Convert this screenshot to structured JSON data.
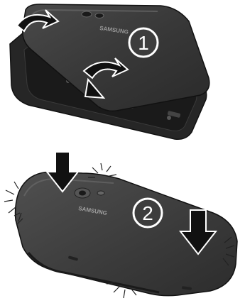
{
  "steps": [
    {
      "number": "1",
      "brand": "SAMSUNG"
    },
    {
      "number": "2",
      "brand": "SAMSUNG"
    }
  ],
  "icons": [
    "curved-arrow-icon",
    "down-arrow-icon",
    "snap-burst-icon"
  ],
  "colors": {
    "cover": "#3a3a3a",
    "cover_dark": "#1f1f1f",
    "phone_body": "#2a2a2a",
    "interior": "#1a1a1a",
    "battery": "#c8c8c8",
    "arrow": "#111111",
    "badge_fill": "#3d3d3d",
    "badge_text": "#ffffff"
  }
}
